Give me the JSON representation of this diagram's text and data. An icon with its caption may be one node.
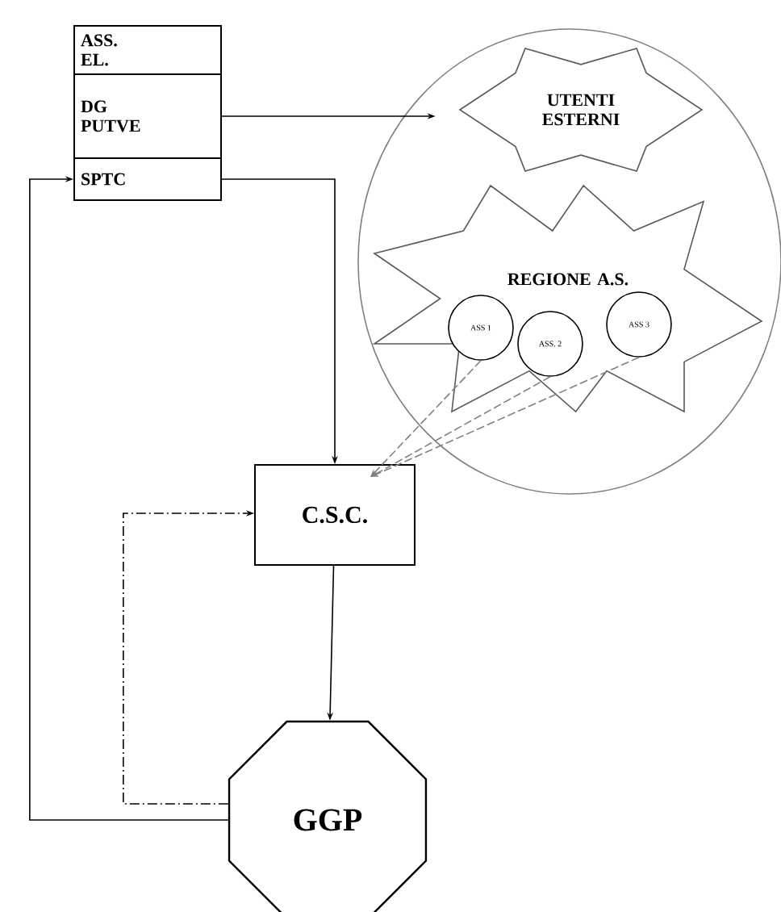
{
  "diagram": {
    "nodes": [
      {
        "text": [
          "ASS. EL."
        ]
      },
      {
        "text": [
          "DG PUTVE"
        ]
      },
      {
        "text": [
          "SPTC"
        ]
      },
      {
        "text": [],
        "shape": "circle"
      },
      {
        "text": [
          "UTENTI ESTERNI"
        ],
        "in": 3
      },
      {
        "text": [
          "REGIONE A.S."
        ],
        "in": 3
      },
      {
        "text": [
          "ASS 1"
        ],
        "in": 5
      },
      {
        "text": [
          "ASS. 2"
        ],
        "in": 5
      },
      {
        "text": [
          "ASS 3"
        ],
        "in": 5
      },
      {
        "text": [
          "C.S.C."
        ]
      },
      {
        "text": [
          "GGP"
        ]
      }
    ],
    "edges": [
      {
        "from": 1,
        "to": 4,
        "arrow": "to"
      },
      {
        "from": 2,
        "to": 9,
        "arrow": "to"
      },
      {
        "from": 6,
        "to": 9,
        "arrow": "to",
        "style": "dashed",
        "color": "#808080"
      },
      {
        "from": 7,
        "to": 9,
        "arrow": "to",
        "style": "dashed",
        "color": "#808080"
      },
      {
        "from": 8,
        "to": 9,
        "arrow": "to",
        "style": "dashed",
        "color": "#808080"
      },
      {
        "from": 9,
        "to": 10,
        "arrow": "to"
      },
      {
        "from": 10,
        "to": 2,
        "arrow": "to"
      },
      {
        "from": 10,
        "to": 9,
        "arrow": "to",
        "style": "dashed"
      }
    ]
  }
}
